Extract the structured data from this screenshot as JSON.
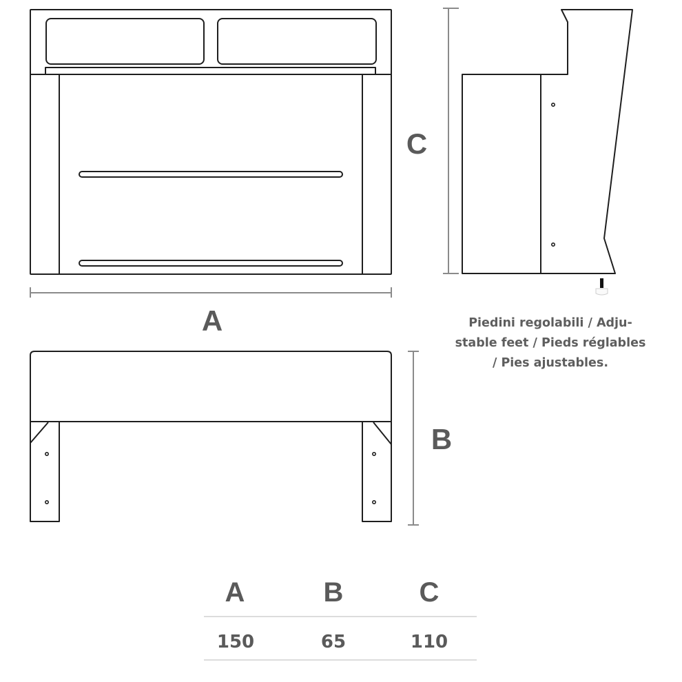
{
  "labels": {
    "a": "A",
    "b": "B",
    "c": "C"
  },
  "feet_note": {
    "lines": [
      "Piedini regolabili / Adju-",
      "stable feet / Pieds réglables",
      "/ Pies ajustables."
    ]
  },
  "dimensions_table": {
    "headers": [
      "A",
      "B",
      "C"
    ],
    "values": [
      "150",
      "65",
      "110"
    ]
  }
}
